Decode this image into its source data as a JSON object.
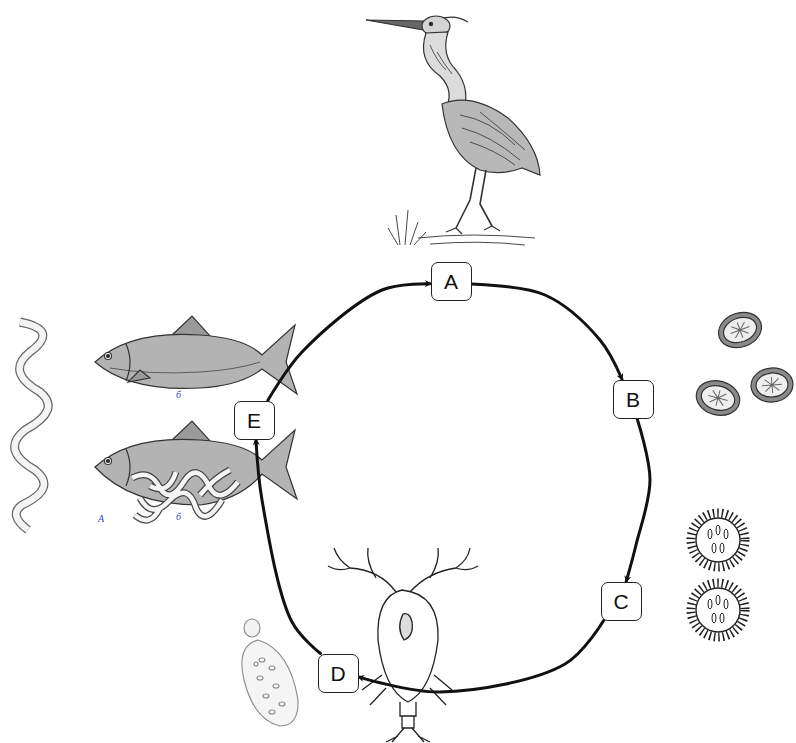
{
  "diagram": {
    "nodes": [
      {
        "text": [
          "A"
        ]
      },
      {
        "text": [
          "B"
        ]
      },
      {
        "text": [
          "C"
        ]
      },
      {
        "text": [
          "D"
        ]
      },
      {
        "text": [
          "E"
        ]
      }
    ],
    "edges": [
      {
        "from": 0,
        "to": 1,
        "arrow": "to"
      },
      {
        "from": 1,
        "to": 2,
        "arrow": "to"
      },
      {
        "from": 2,
        "to": 3,
        "arrow": "to"
      },
      {
        "from": 3,
        "to": 4,
        "arrow": "to"
      },
      {
        "from": 4,
        "to": 0,
        "arrow": "to"
      }
    ],
    "labels": [
      "A",
      "б",
      "б"
    ]
  }
}
